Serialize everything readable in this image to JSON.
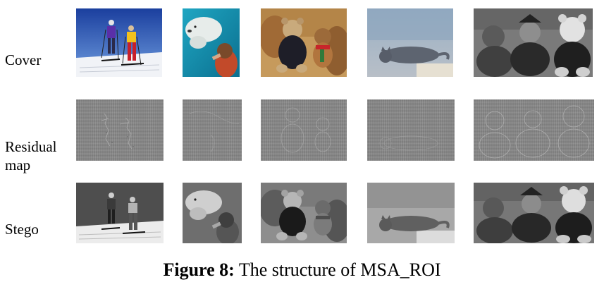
{
  "rows": {
    "cover": "Cover",
    "residual": "Residual map",
    "stego": "Stego"
  },
  "caption": {
    "figure_label": "Figure 8:",
    "text": " The structure of MSA_ROI"
  },
  "image_subjects": [
    "two-skiers",
    "polar-bear-and-child",
    "teddy-bears",
    "cat-lying",
    "teddy-bears-grayscale"
  ]
}
